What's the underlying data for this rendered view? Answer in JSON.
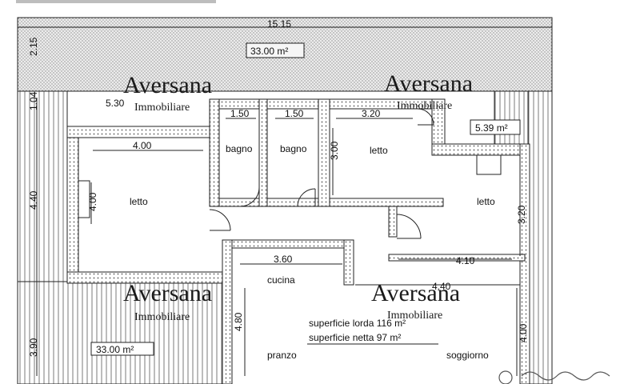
{
  "plan": {
    "top_width_dim": "15.15",
    "left_height_dim": "2.15",
    "terrace_top_area": "33.00 m²",
    "terrace_bottom_area": "33.00 m²",
    "balcony_area": "5.39 m²",
    "dim_530": "5.30",
    "dim_104": "1.04",
    "dim_150a": "1.50",
    "dim_150b": "1.50",
    "dim_320a": "3.20",
    "dim_400": "4.00",
    "dim_300": "3.00",
    "dim_320b": "3.20",
    "dim_440": "4.40",
    "dim_400b": "4.00",
    "dim_360": "3.60",
    "dim_410": "4.10",
    "dim_480": "4.80",
    "dim_440b": "4.40",
    "dim_400c": "4.00",
    "dim_390": "3.90",
    "rooms": {
      "letto1": "letto",
      "bagno1": "bagno",
      "bagno2": "bagno",
      "letto2": "letto",
      "letto3": "letto",
      "cucina": "cucina",
      "pranzo": "pranzo",
      "soggiorno": "soggiorno"
    },
    "sup_lorda": "superficie lorda 116 m²",
    "sup_netta": "superficie netta 97 m²"
  },
  "watermark": {
    "brand": "Aversana",
    "sub": "Immobiliare"
  }
}
